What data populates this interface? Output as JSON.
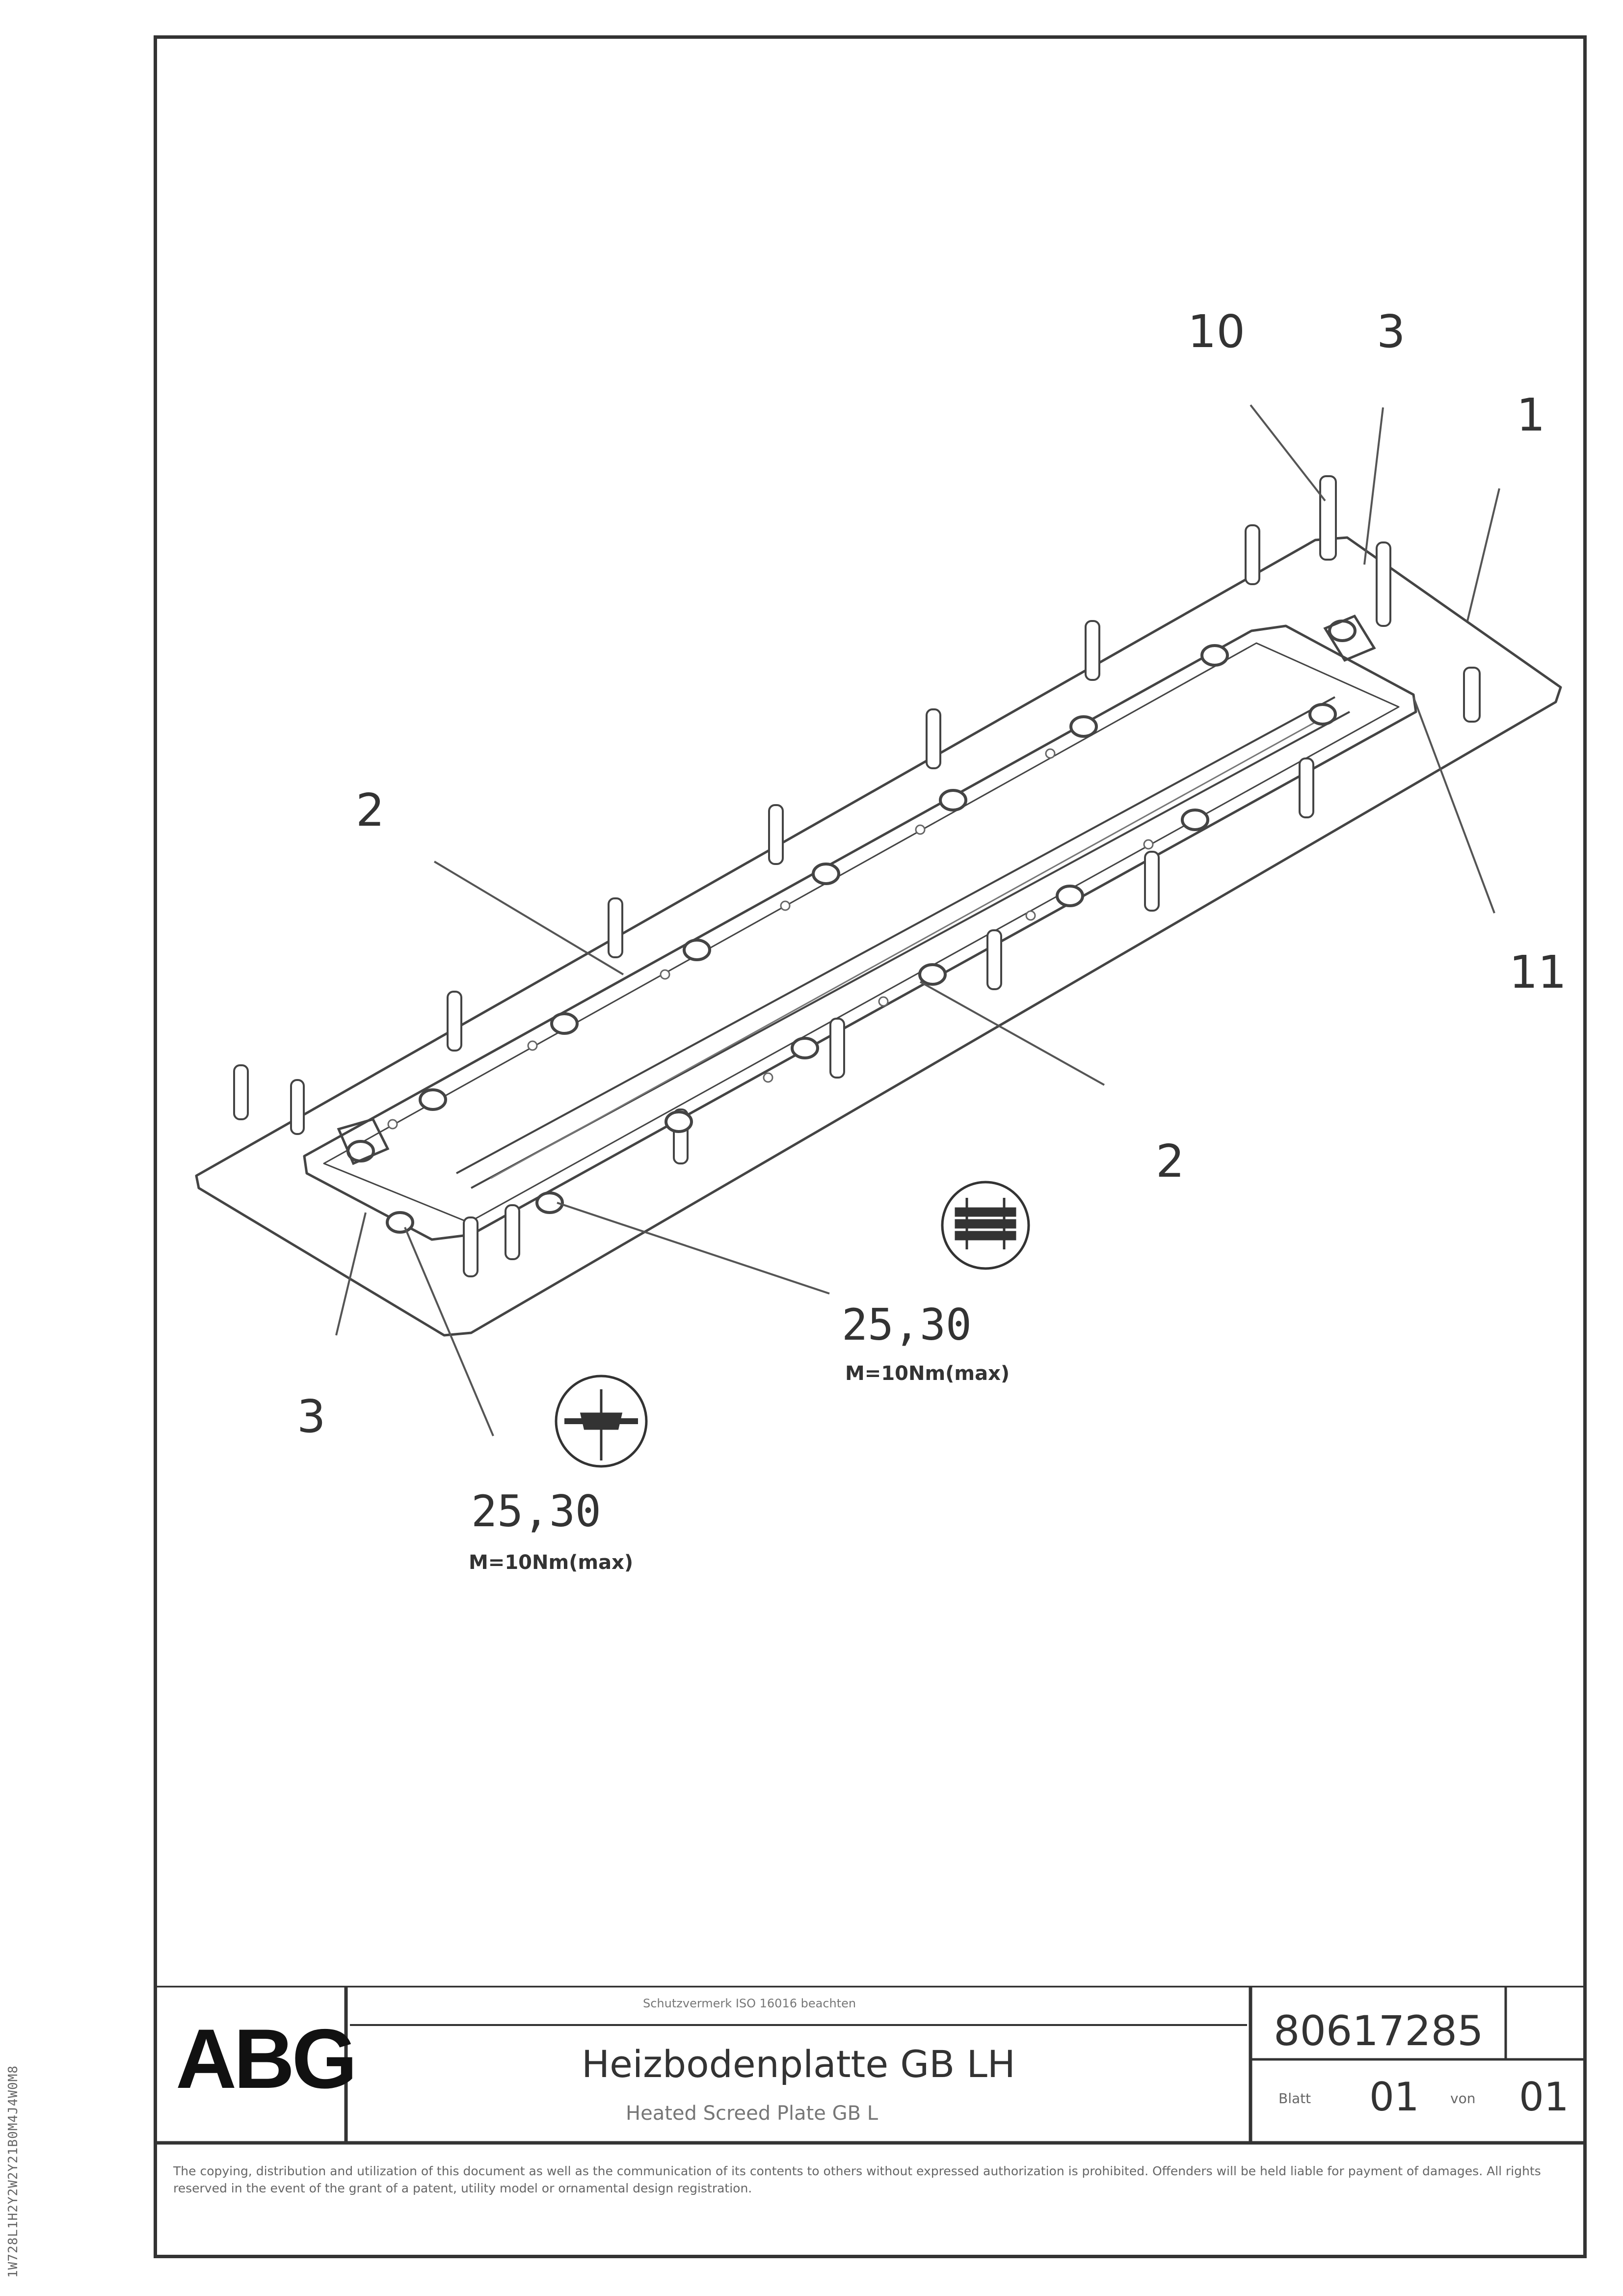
{
  "callouts": {
    "c10": "10",
    "c3_top": "3",
    "c1": "1",
    "c2_left": "2",
    "c11": "11",
    "c2_right": "2",
    "c3_bottom": "3"
  },
  "torque": {
    "right": {
      "value": "25,30",
      "unit": "M=10Nm(max)"
    },
    "left": {
      "value": "25,30",
      "unit": "M=10Nm(max)"
    }
  },
  "icons": {
    "tighten_symbol": "torque-wrench-icon",
    "screw_symbol": "screwdriver-icon"
  },
  "title_block": {
    "logo": "ABG",
    "small_header": "Schutzvermerk ISO 16016 beachten",
    "title_de": "Heizbodenplatte GB LH",
    "title_en": "Heated Screed Plate GB L",
    "part_number": "80617285",
    "sheet_label": "Blatt",
    "sheet_value": "01",
    "of_label": "von",
    "of_value": "01",
    "disclaimer": "The copying, distribution and utilization of this document as well as the communication of its contents to others without expressed authorization is prohibited. Offenders will be held liable for payment of damages. All rights reserved in the event of the grant of a patent, utility model or ornamental design registration."
  },
  "side_code": "1W728L1H2Y2W2Y21B0M4J4W0M8"
}
